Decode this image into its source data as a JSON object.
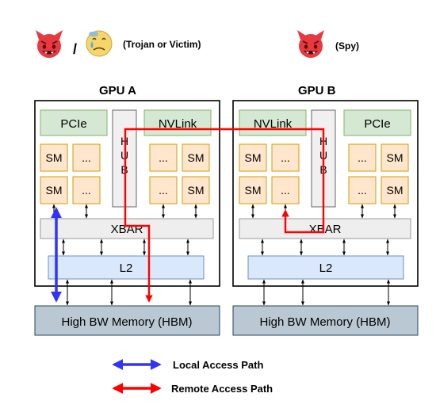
{
  "top": {
    "separator": "/",
    "trojan_victim_label": "(Trojan or Victim)",
    "spy_label": "(Spy)"
  },
  "gpu_a": {
    "title": "GPU A",
    "pcie": "PCIe",
    "nvlink": "NVLink",
    "hub": [
      "H",
      "U",
      "B"
    ],
    "sm": "SM",
    "ellipsis": "...",
    "xbar": "XBAR",
    "l2": "L2",
    "memory": "High BW Memory (HBM)"
  },
  "gpu_b": {
    "title": "GPU B",
    "pcie": "PCIe",
    "nvlink": "NVLink",
    "hub": [
      "H",
      "U",
      "B"
    ],
    "sm": "SM",
    "ellipsis": "...",
    "xbar": "XBAR",
    "l2": "L2",
    "memory": "High BW Memory (HBM)"
  },
  "legend": {
    "local": "Local Access Path",
    "remote": "Remote Access Path",
    "local_color": "#3333ff",
    "remote_color": "#ff0000"
  },
  "colors": {
    "box_green": "#d5e8d4",
    "box_green_border": "#82b366",
    "sm_fill": "#ffe6cc",
    "sm_border": "#d79b00",
    "gray_fill": "#f0f0f0",
    "l2_fill": "#dae8fc",
    "l2_border": "#6c8ebf",
    "mem_fill": "#bac8d3",
    "mem_border": "#23445d",
    "devil": "#e7393f"
  }
}
